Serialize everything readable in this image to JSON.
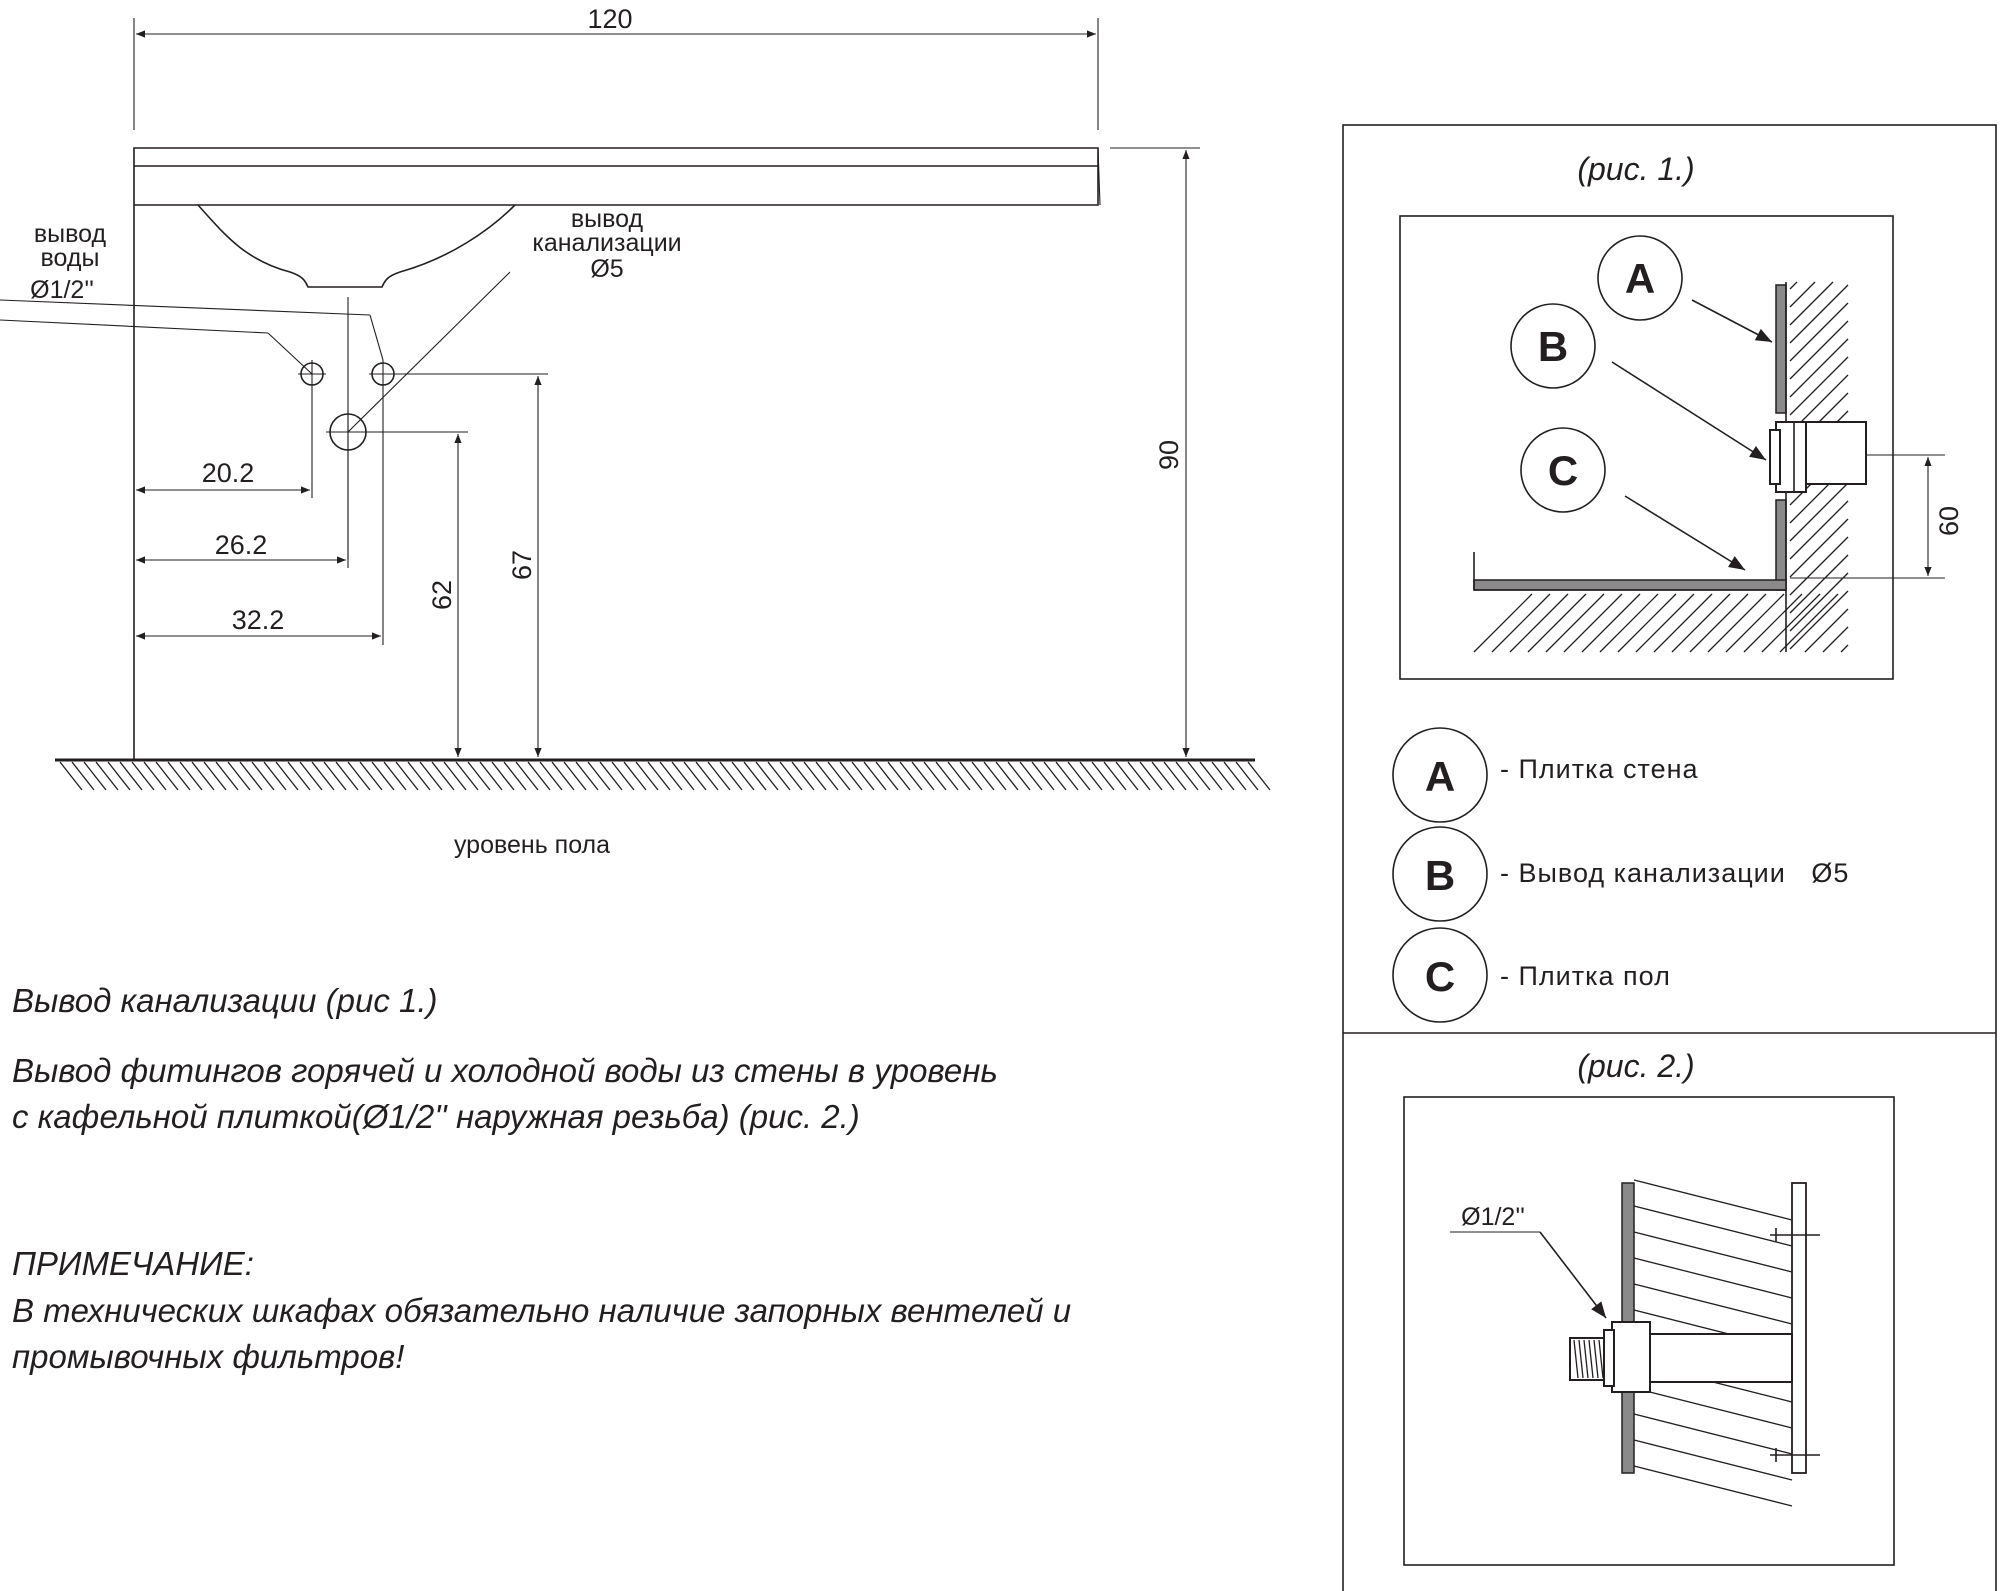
{
  "main_drawing": {
    "dim_width": "120",
    "dim_height": "90",
    "dim_62": "62",
    "dim_67": "67",
    "dim_20_2": "20.2",
    "dim_26_2": "26.2",
    "dim_32_2": "32.2",
    "water_outlet_label": [
      "вывод",
      "воды",
      "Ø1/2''"
    ],
    "drain_outlet_label": [
      "вывод",
      "канализации",
      "Ø5"
    ],
    "floor_label": "уровень пола"
  },
  "fig1": {
    "caption": "(рис. 1.)",
    "dim_60": "60",
    "markers": [
      "A",
      "B",
      "C"
    ]
  },
  "legend": [
    {
      "letter": "A",
      "text": "- Плитка стена"
    },
    {
      "letter": "B",
      "text": "- Вывод канализации   Ø5"
    },
    {
      "letter": "C",
      "text": "- Плитка пол"
    }
  ],
  "fig2": {
    "caption": "(рис. 2.)",
    "label": "Ø1/2''"
  },
  "notes": {
    "line1": "Вывод канализации (рис 1.)",
    "line2a": "Вывод фитингов горячей и холодной воды из стены в уровень",
    "line2b": "с кафельной плиткой(Ø1/2'' наружная резьба) (рис. 2.)",
    "note_title": "ПРИМЕЧАНИЕ:",
    "note_a": "В технических шкафах обязательно наличие запорных вентелей и",
    "note_b": "промывочных фильтров!"
  }
}
